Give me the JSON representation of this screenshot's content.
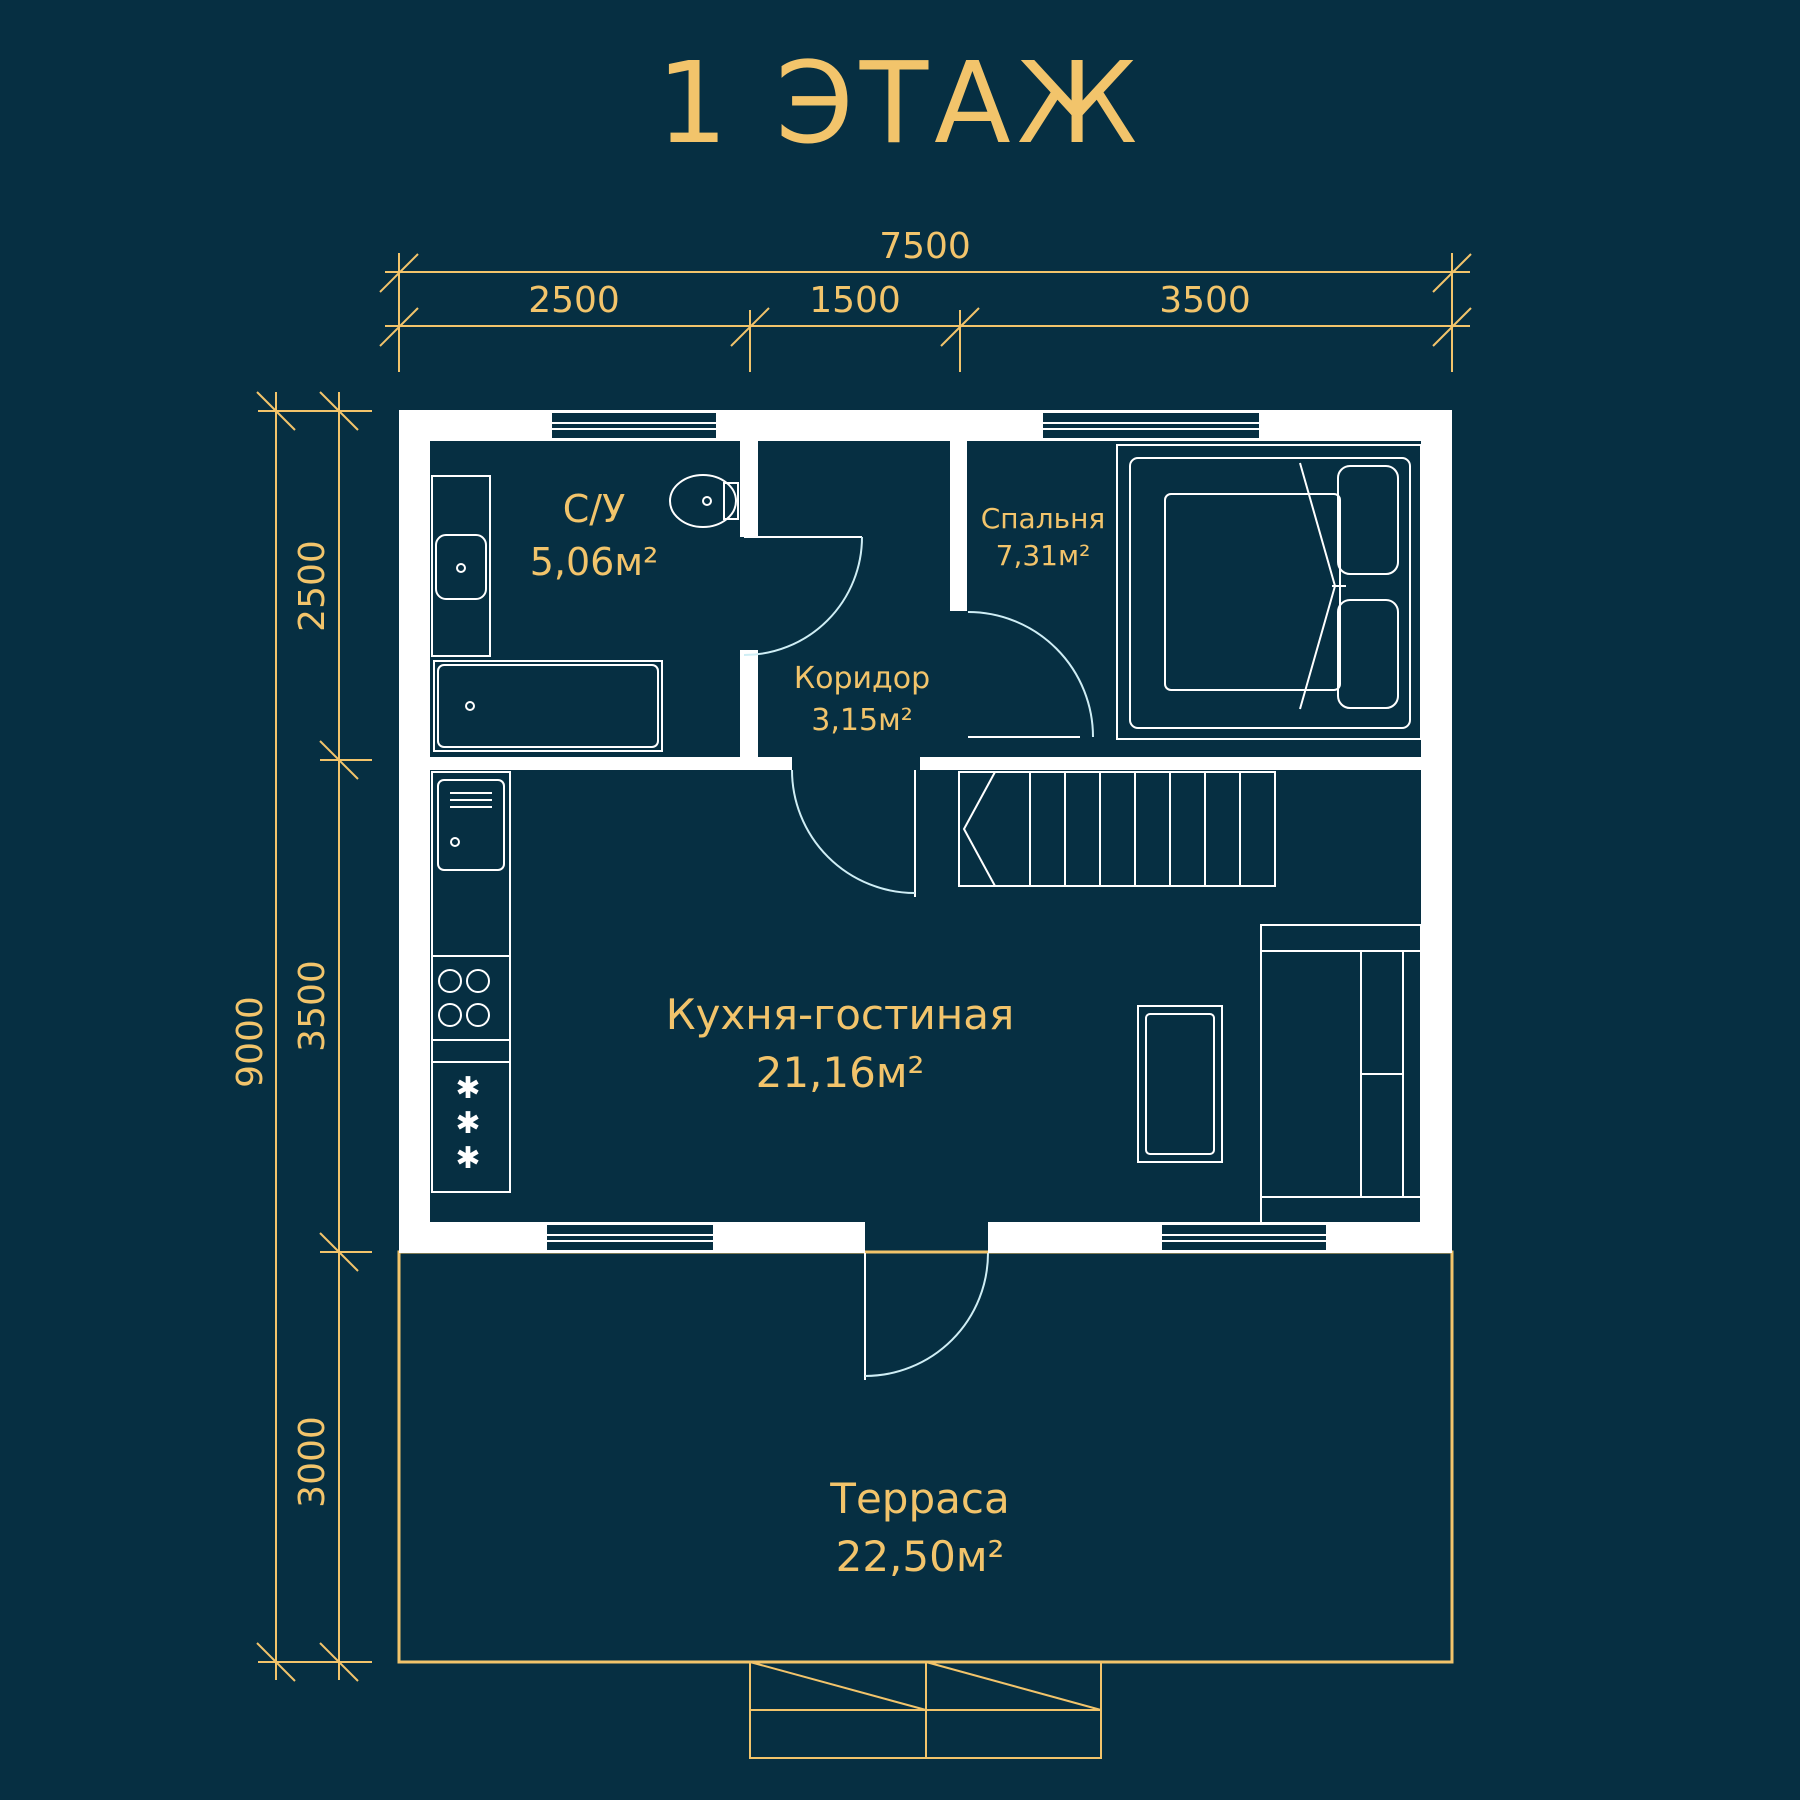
{
  "title": "1 ЭТАЖ",
  "dimensions": {
    "top_total": "7500",
    "top_parts": [
      "2500",
      "1500",
      "3500"
    ],
    "left_total": "9000",
    "left_parts": [
      "2500",
      "3500",
      "3000"
    ]
  },
  "rooms": [
    {
      "name": "С/У",
      "area": "5,06м²"
    },
    {
      "name": "Спальня",
      "area": "7,31м²"
    },
    {
      "name": "Коридор",
      "area": "3,15м²"
    },
    {
      "name": "Кухня-гостиная",
      "area": "21,16м²"
    },
    {
      "name": "Терраса",
      "area": "22,50м²"
    }
  ],
  "colors": {
    "background": "#062f42",
    "accent": "#f2c46b",
    "wall": "#ffffff",
    "door_arc": "#cfeef5"
  }
}
